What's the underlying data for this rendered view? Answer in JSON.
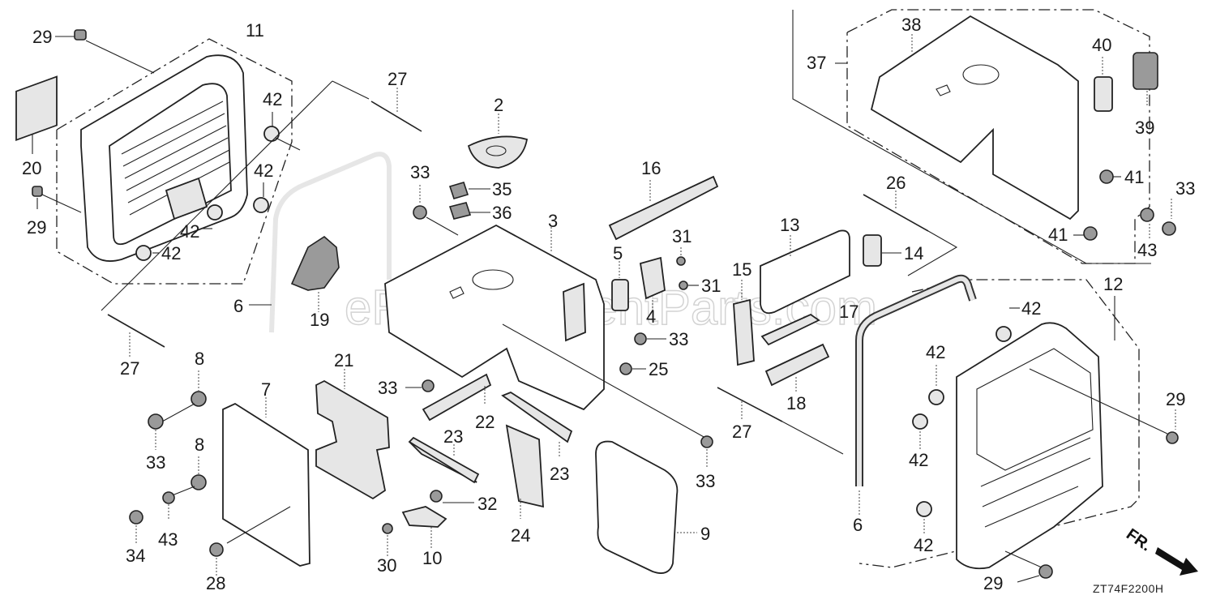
{
  "diagram": {
    "watermark": "eReplacementParts.com",
    "figure_code": "ZT74F2200H",
    "front_indicator": "FR.",
    "callouts": [
      {
        "id": "c29a",
        "label": "29"
      },
      {
        "id": "c11",
        "label": "11"
      },
      {
        "id": "c20",
        "label": "20"
      },
      {
        "id": "c29b",
        "label": "29"
      },
      {
        "id": "c42a",
        "label": "42"
      },
      {
        "id": "c42b",
        "label": "42"
      },
      {
        "id": "c42c",
        "label": "42"
      },
      {
        "id": "c42d",
        "label": "42"
      },
      {
        "id": "c27a",
        "label": "27"
      },
      {
        "id": "c6a",
        "label": "6"
      },
      {
        "id": "c19",
        "label": "19"
      },
      {
        "id": "c27b",
        "label": "27"
      },
      {
        "id": "c2",
        "label": "2"
      },
      {
        "id": "c33a",
        "label": "33"
      },
      {
        "id": "c35",
        "label": "35"
      },
      {
        "id": "c36",
        "label": "36"
      },
      {
        "id": "c3",
        "label": "3"
      },
      {
        "id": "c16",
        "label": "16"
      },
      {
        "id": "c5",
        "label": "5"
      },
      {
        "id": "c31a",
        "label": "31"
      },
      {
        "id": "c31b",
        "label": "31"
      },
      {
        "id": "c4",
        "label": "4"
      },
      {
        "id": "c33b",
        "label": "33"
      },
      {
        "id": "c25",
        "label": "25"
      },
      {
        "id": "c33c",
        "label": "33"
      },
      {
        "id": "c8a",
        "label": "8"
      },
      {
        "id": "c7",
        "label": "7"
      },
      {
        "id": "c21",
        "label": "21"
      },
      {
        "id": "c33d",
        "label": "33"
      },
      {
        "id": "c8b",
        "label": "8"
      },
      {
        "id": "c22",
        "label": "22"
      },
      {
        "id": "c23a",
        "label": "23"
      },
      {
        "id": "c23b",
        "label": "23"
      },
      {
        "id": "c32",
        "label": "32"
      },
      {
        "id": "c33e",
        "label": "33"
      },
      {
        "id": "c9",
        "label": "9"
      },
      {
        "id": "c34",
        "label": "34"
      },
      {
        "id": "c43a",
        "label": "43"
      },
      {
        "id": "c28",
        "label": "28"
      },
      {
        "id": "c30",
        "label": "30"
      },
      {
        "id": "c10",
        "label": "10"
      },
      {
        "id": "c24",
        "label": "24"
      },
      {
        "id": "c38",
        "label": "38"
      },
      {
        "id": "c37",
        "label": "37"
      },
      {
        "id": "c40",
        "label": "40"
      },
      {
        "id": "c39",
        "label": "39"
      },
      {
        "id": "c41a",
        "label": "41"
      },
      {
        "id": "c33f",
        "label": "33"
      },
      {
        "id": "c26",
        "label": "26"
      },
      {
        "id": "c41b",
        "label": "41"
      },
      {
        "id": "c43b",
        "label": "43"
      },
      {
        "id": "c13",
        "label": "13"
      },
      {
        "id": "c14",
        "label": "14"
      },
      {
        "id": "c15",
        "label": "15"
      },
      {
        "id": "c17",
        "label": "17"
      },
      {
        "id": "c18",
        "label": "18"
      },
      {
        "id": "c12",
        "label": "12"
      },
      {
        "id": "c42e",
        "label": "42"
      },
      {
        "id": "c42f",
        "label": "42"
      },
      {
        "id": "c42g",
        "label": "42"
      },
      {
        "id": "c42h",
        "label": "42"
      },
      {
        "id": "c27c",
        "label": "27"
      },
      {
        "id": "c6b",
        "label": "6"
      },
      {
        "id": "c29c",
        "label": "29"
      },
      {
        "id": "c29d",
        "label": "29"
      }
    ]
  }
}
